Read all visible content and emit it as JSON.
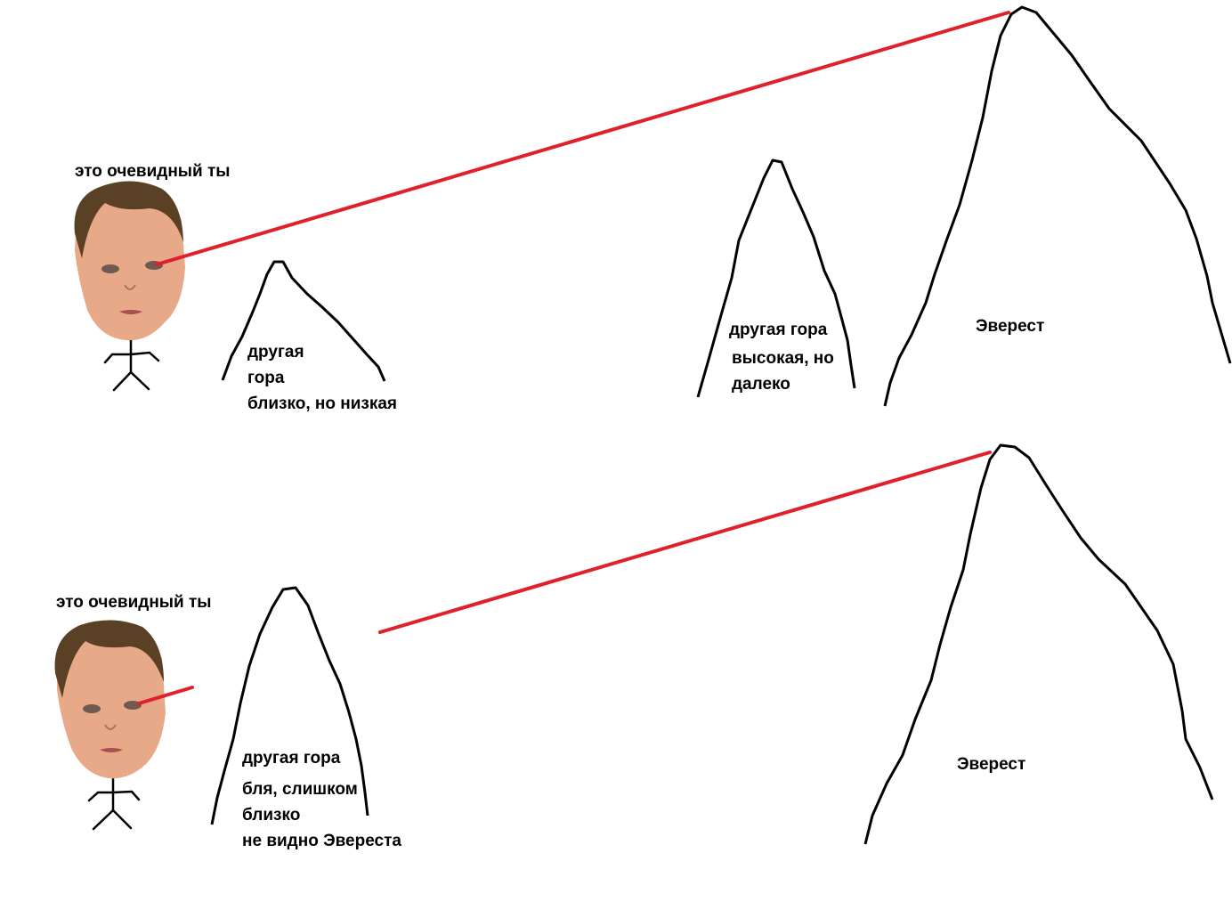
{
  "colors": {
    "sight_line": "#e0202a",
    "outline": "#000000",
    "skin": "#e8a989",
    "hair": "#5a4024",
    "background": "#ffffff"
  },
  "scene_top": {
    "person_label": "это очевидный ты",
    "near_mountain_lines": [
      "другая",
      "гора",
      "близко, но низкая"
    ],
    "far_mountain_lines": [
      "другая гора",
      "высокая, но",
      "далеко"
    ],
    "everest_label": "Эверест"
  },
  "scene_bottom": {
    "person_label": "это очевидный ты",
    "near_mountain_lines": [
      "другая гора",
      "бля, слишком",
      "близко",
      "не видно Эвереста"
    ],
    "everest_label": "Эверест"
  }
}
